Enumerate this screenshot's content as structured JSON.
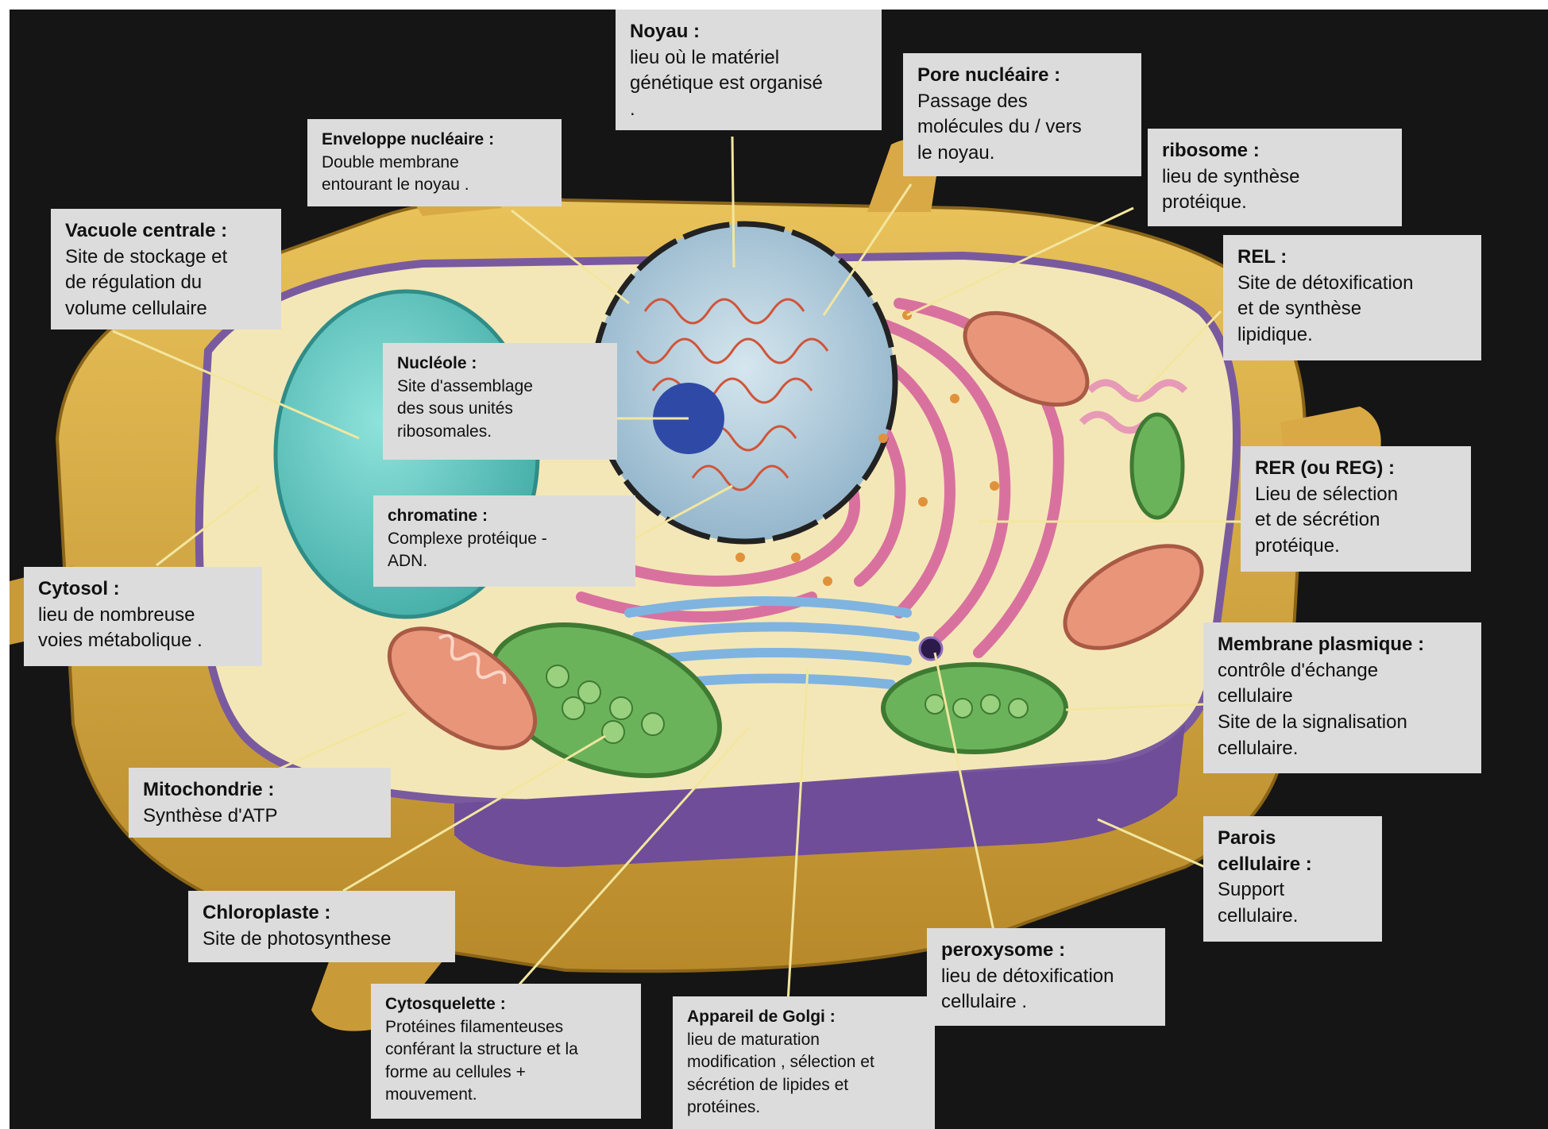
{
  "labels": {
    "noyau": {
      "title": "Noyau :",
      "desc": "lieu où le matériel\ngénétique est organisé\n."
    },
    "pore": {
      "title": "Pore nucléaire :",
      "desc": "Passage des\nmolécules du / vers\nle noyau."
    },
    "enveloppe": {
      "title": "Enveloppe nucléaire :",
      "desc": "Double membrane\nentourant le noyau ."
    },
    "ribosome": {
      "title": "ribosome :",
      "desc": "lieu de synthèse\nprotéique."
    },
    "vacuole": {
      "title": "Vacuole centrale :",
      "desc": "Site de stockage et\nde régulation du\nvolume cellulaire"
    },
    "rel": {
      "title": "REL :",
      "desc": "Site de détoxification\net de synthèse\nlipidique."
    },
    "nucleole": {
      "title": "Nucléole :",
      "desc": "Site d'assemblage\ndes sous unités\nribosomales."
    },
    "rer": {
      "title": "RER (ou REG) :",
      "desc": "Lieu de sélection\net de sécrétion\nprotéique."
    },
    "chromatine": {
      "title": "chromatine :",
      "desc": "Complexe protéique -\nADN."
    },
    "cytosol": {
      "title": "Cytosol :",
      "desc": "lieu de nombreuse\nvoies métabolique ."
    },
    "membrane": {
      "title": "Membrane plasmique :",
      "desc": "contrôle d'échange\ncellulaire\nSite de la signalisation\ncellulaire."
    },
    "mitochondrie": {
      "title": "Mitochondrie :",
      "desc": "Synthèse d'ATP"
    },
    "parois": {
      "title": "Parois\ncellulaire :",
      "desc": "Support\ncellulaire."
    },
    "chloroplaste": {
      "title": "Chloroplaste :",
      "desc": "Site de photosynthese"
    },
    "peroxysome": {
      "title": "peroxysome :",
      "desc": "lieu de détoxification\ncellulaire ."
    },
    "cytosquelette": {
      "title": "Cytosquelette :",
      "desc": "Protéines filamenteuses\nconférant la structure et la\nforme au cellules +\nmouvement."
    },
    "golgi": {
      "title": "Appareil de Golgi :",
      "desc": "lieu de maturation\nmodification , sélection et\nsécrétion de lipides et\nprotéines."
    }
  },
  "colors": {
    "background": "#151515",
    "label_bg": "#dcdcdc",
    "cell_wall": "#e0b34a",
    "plasma_membrane": "#7a5a9e",
    "vacuole": "#5ec9c2",
    "nucleus": "#a9c8dc",
    "er": "#d9719f",
    "golgi": "#7fb4e0",
    "chloroplast": "#6bb35a",
    "mitochondrion": "#e8957a",
    "leader_line": "#f2e6a0"
  }
}
